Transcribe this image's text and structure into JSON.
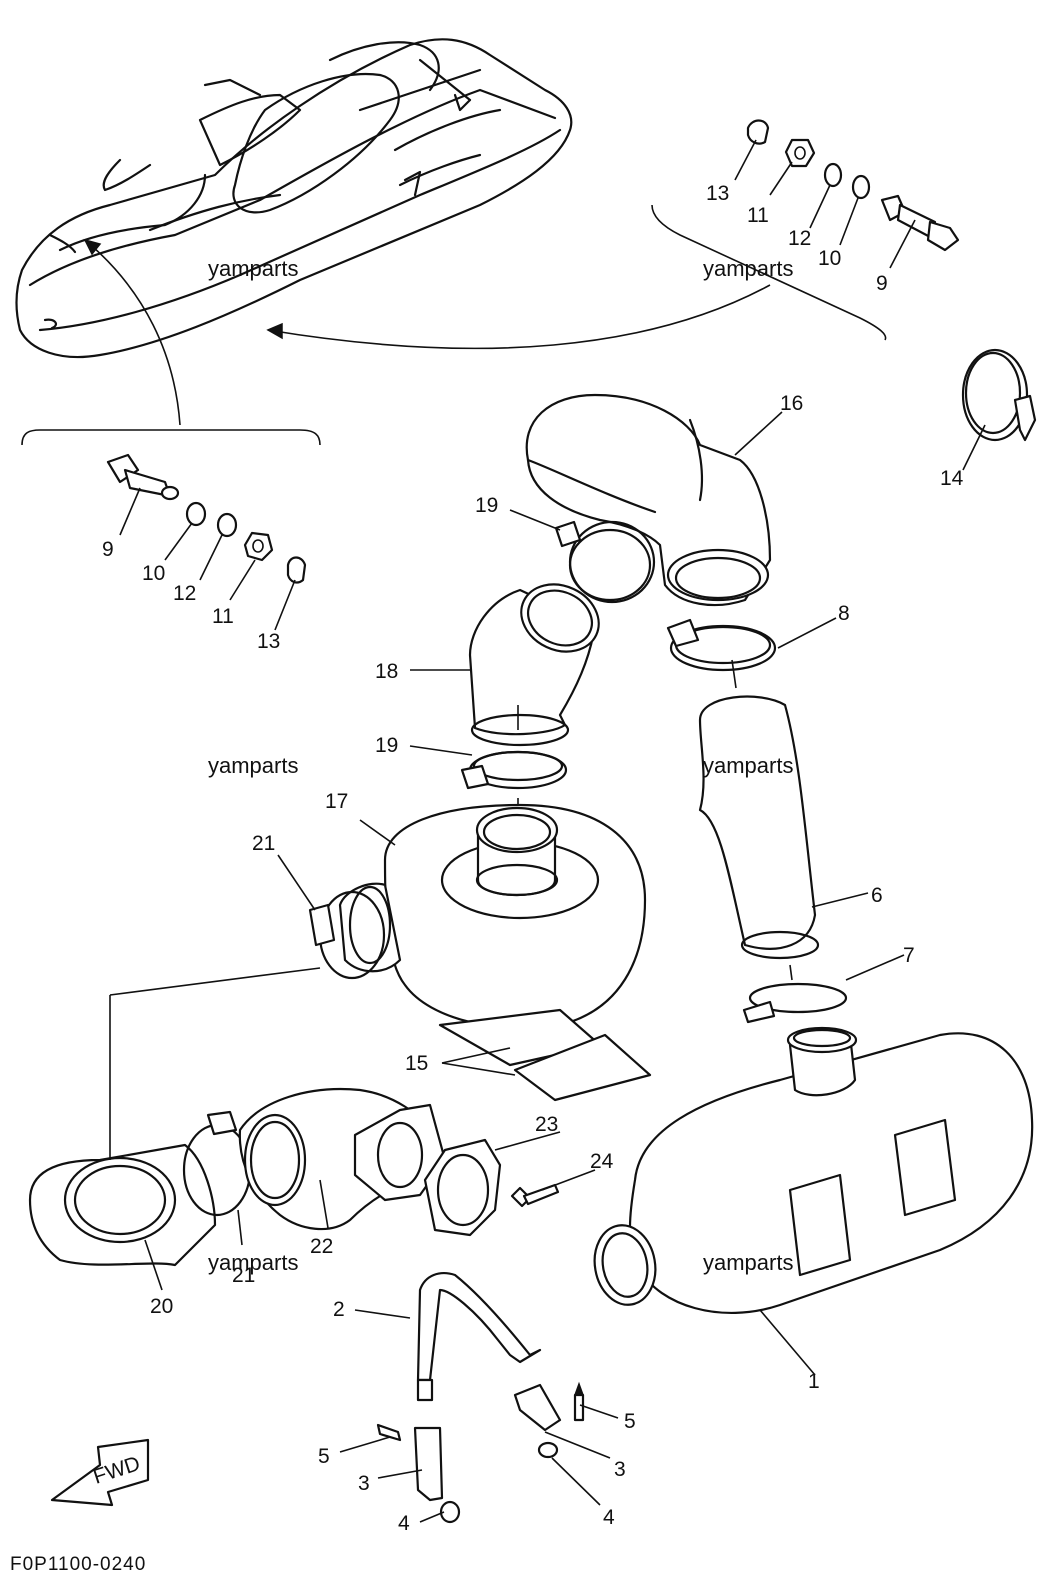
{
  "diagram_code": "F0P1100-0240",
  "fwd_label": "FWD",
  "watermark": "yamparts",
  "callouts": {
    "c1": "1",
    "c2": "2",
    "c3a": "3",
    "c3b": "3",
    "c4a": "4",
    "c4b": "4",
    "c5a": "5",
    "c5b": "5",
    "c6": "6",
    "c7": "7",
    "c8": "8",
    "c9a": "9",
    "c9b": "9",
    "c10a": "10",
    "c10b": "10",
    "c11a": "11",
    "c11b": "11",
    "c12a": "12",
    "c12b": "12",
    "c13a": "13",
    "c13b": "13",
    "c14": "14",
    "c15": "15",
    "c16": "16",
    "c17": "17",
    "c18": "18",
    "c19a": "19",
    "c19b": "19",
    "c20": "20",
    "c21a": "21",
    "c21b": "21",
    "c22": "22",
    "c23": "23",
    "c24": "24"
  }
}
